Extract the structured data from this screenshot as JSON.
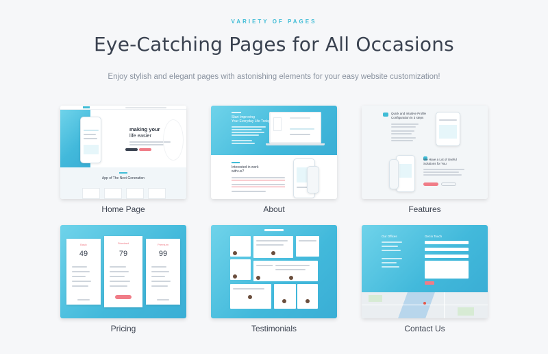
{
  "section": {
    "eyebrow": "VARIETY OF PAGES",
    "title": "Eye-Catching Pages for All Occasions",
    "subtitle": "Enjoy stylish and elegant pages with astonishing elements for your easy website customization!"
  },
  "pages": [
    {
      "label": "Home Page"
    },
    {
      "label": "About"
    },
    {
      "label": "Features"
    },
    {
      "label": "Pricing"
    },
    {
      "label": "Testimonials"
    },
    {
      "label": "Contact Us"
    }
  ],
  "previews": {
    "home": {
      "hero_title": "making your",
      "hero_title2": "life easier",
      "section_title": "App of The Next Generation"
    },
    "about": {
      "hero_title": "Start Improving",
      "hero_title2": "Your Everyday Life Today!",
      "block_title": "Interested in work",
      "block_title2": "with us?"
    },
    "features": {
      "row1_title": "Quick and Intuitive Profile",
      "row1_title2": "Configuration in 3 steps",
      "row2_title": "We Have a Lot of Useful",
      "row2_title2": "Solutions for You"
    },
    "pricing": {
      "plans": [
        {
          "name": "Basic",
          "price": "49"
        },
        {
          "name": "Standard",
          "price": "79"
        },
        {
          "name": "Premium",
          "price": "99"
        }
      ]
    },
    "contact": {
      "offices_title": "Our Offices",
      "form_title": "Get in Touch"
    }
  },
  "colors": {
    "accent": "#3fbcd6",
    "pink": "#f07c87",
    "dark": "#3a4250"
  }
}
